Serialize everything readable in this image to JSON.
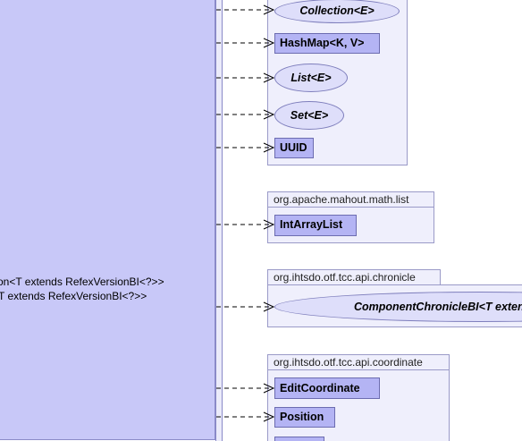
{
  "main_class": {
    "methods": [
      "tion<T extends RefexVersionBI<?>>",
      "<T extends RefexVersionBI<?>>"
    ]
  },
  "packages": {
    "java_util": {
      "label": "",
      "items": [
        "Collection<E>",
        "HashMap<K, V>",
        "List<E>",
        "Set<E>",
        "UUID"
      ]
    },
    "mahout": {
      "label": "org.apache.mahout.math.list",
      "items": [
        "IntArrayList"
      ]
    },
    "chronicle": {
      "label": "org.ihtsdo.otf.tcc.api.chronicle",
      "items": [
        "ComponentChronicleBI<T extends ComponentVersionBI>"
      ]
    },
    "coordinate": {
      "label": "org.ihtsdo.otf.tcc.api.coordinate",
      "items": [
        "EditCoordinate",
        "Position"
      ]
    }
  },
  "colors": {
    "main_class_fill": "#c8c8f8",
    "package_fill": "#efeffc",
    "class_fill": "#b4b4f4",
    "interface_fill": "#dedefa",
    "edge": "#000000"
  }
}
